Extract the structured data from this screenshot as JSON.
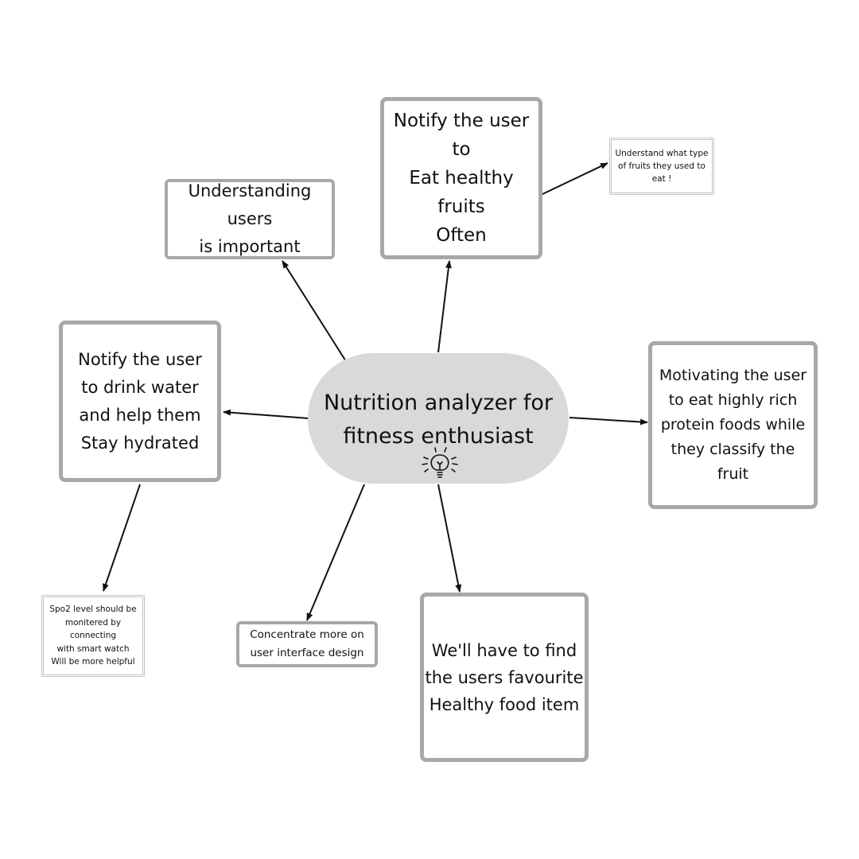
{
  "central": {
    "title": "Nutrition analyzer for\nfitness enthusiast",
    "icon": "lightbulb-icon"
  },
  "nodes": {
    "notify_fruits": "Notify the user to\nEat healthy fruits\nOften",
    "understanding_users": "Understanding\nusers\nis important",
    "fruit_type_note": "Understand what type\nof fruits they used to\neat !",
    "drink_water": "Notify the user\nto drink water\nand help them\nStay hydrated",
    "protein_foods": "Motivating the user\nto eat highly rich\nprotein foods while\nthey classify the\nfruit",
    "spo2_note": "Spo2 level should be\nmonitered by\nconnecting\nwith smart watch\nWill be more helpful",
    "ui_design": "Concentrate more on\nuser interface design",
    "favourite_food": "We'll have to find\nthe users favourite\nHealthy food item"
  }
}
